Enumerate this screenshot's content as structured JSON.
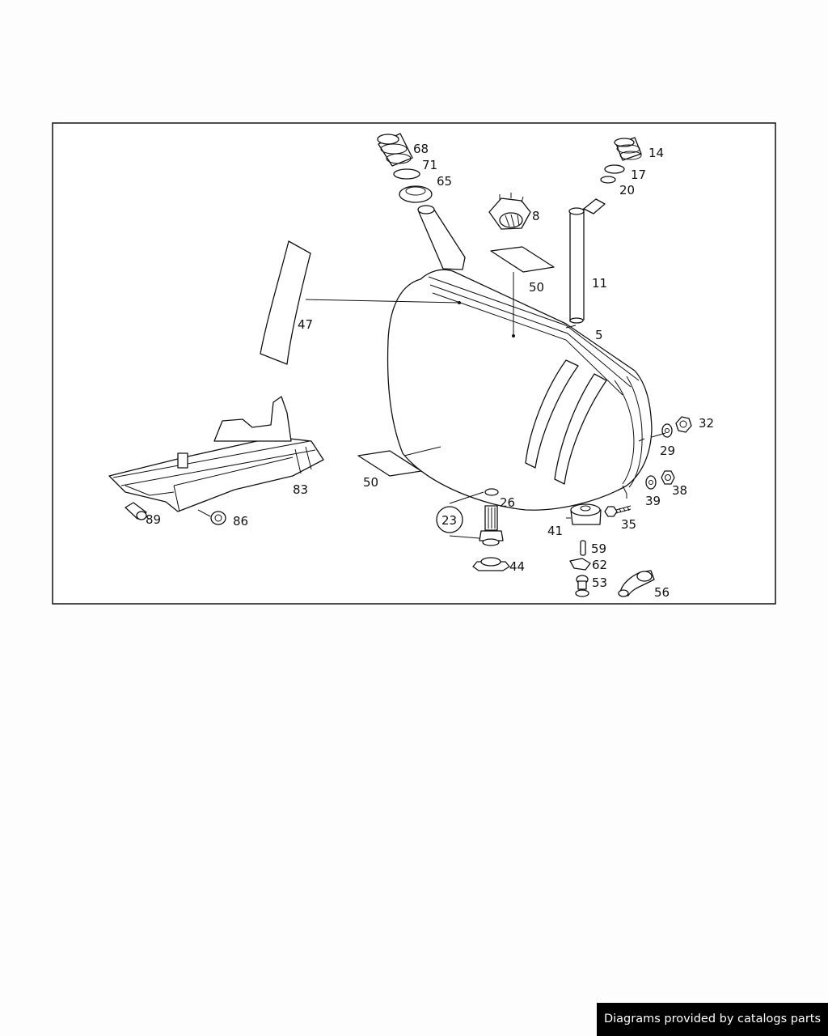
{
  "footer": {
    "credit": "Diagrams provided by catalogs parts"
  },
  "callouts": {
    "c68": "68",
    "c71": "71",
    "c65": "65",
    "c8": "8",
    "c14": "14",
    "c17": "17",
    "c20": "20",
    "c11": "11",
    "c50a": "50",
    "c50b": "50",
    "c5": "5",
    "c47": "47",
    "c32": "32",
    "c29": "29",
    "c38": "38",
    "c39": "39",
    "c83": "83",
    "c89": "89",
    "c86": "86",
    "c26": "26",
    "c23": "23",
    "c41": "41",
    "c35": "35",
    "c59": "59",
    "c62": "62",
    "c53": "53",
    "c44": "44",
    "c56": "56"
  }
}
